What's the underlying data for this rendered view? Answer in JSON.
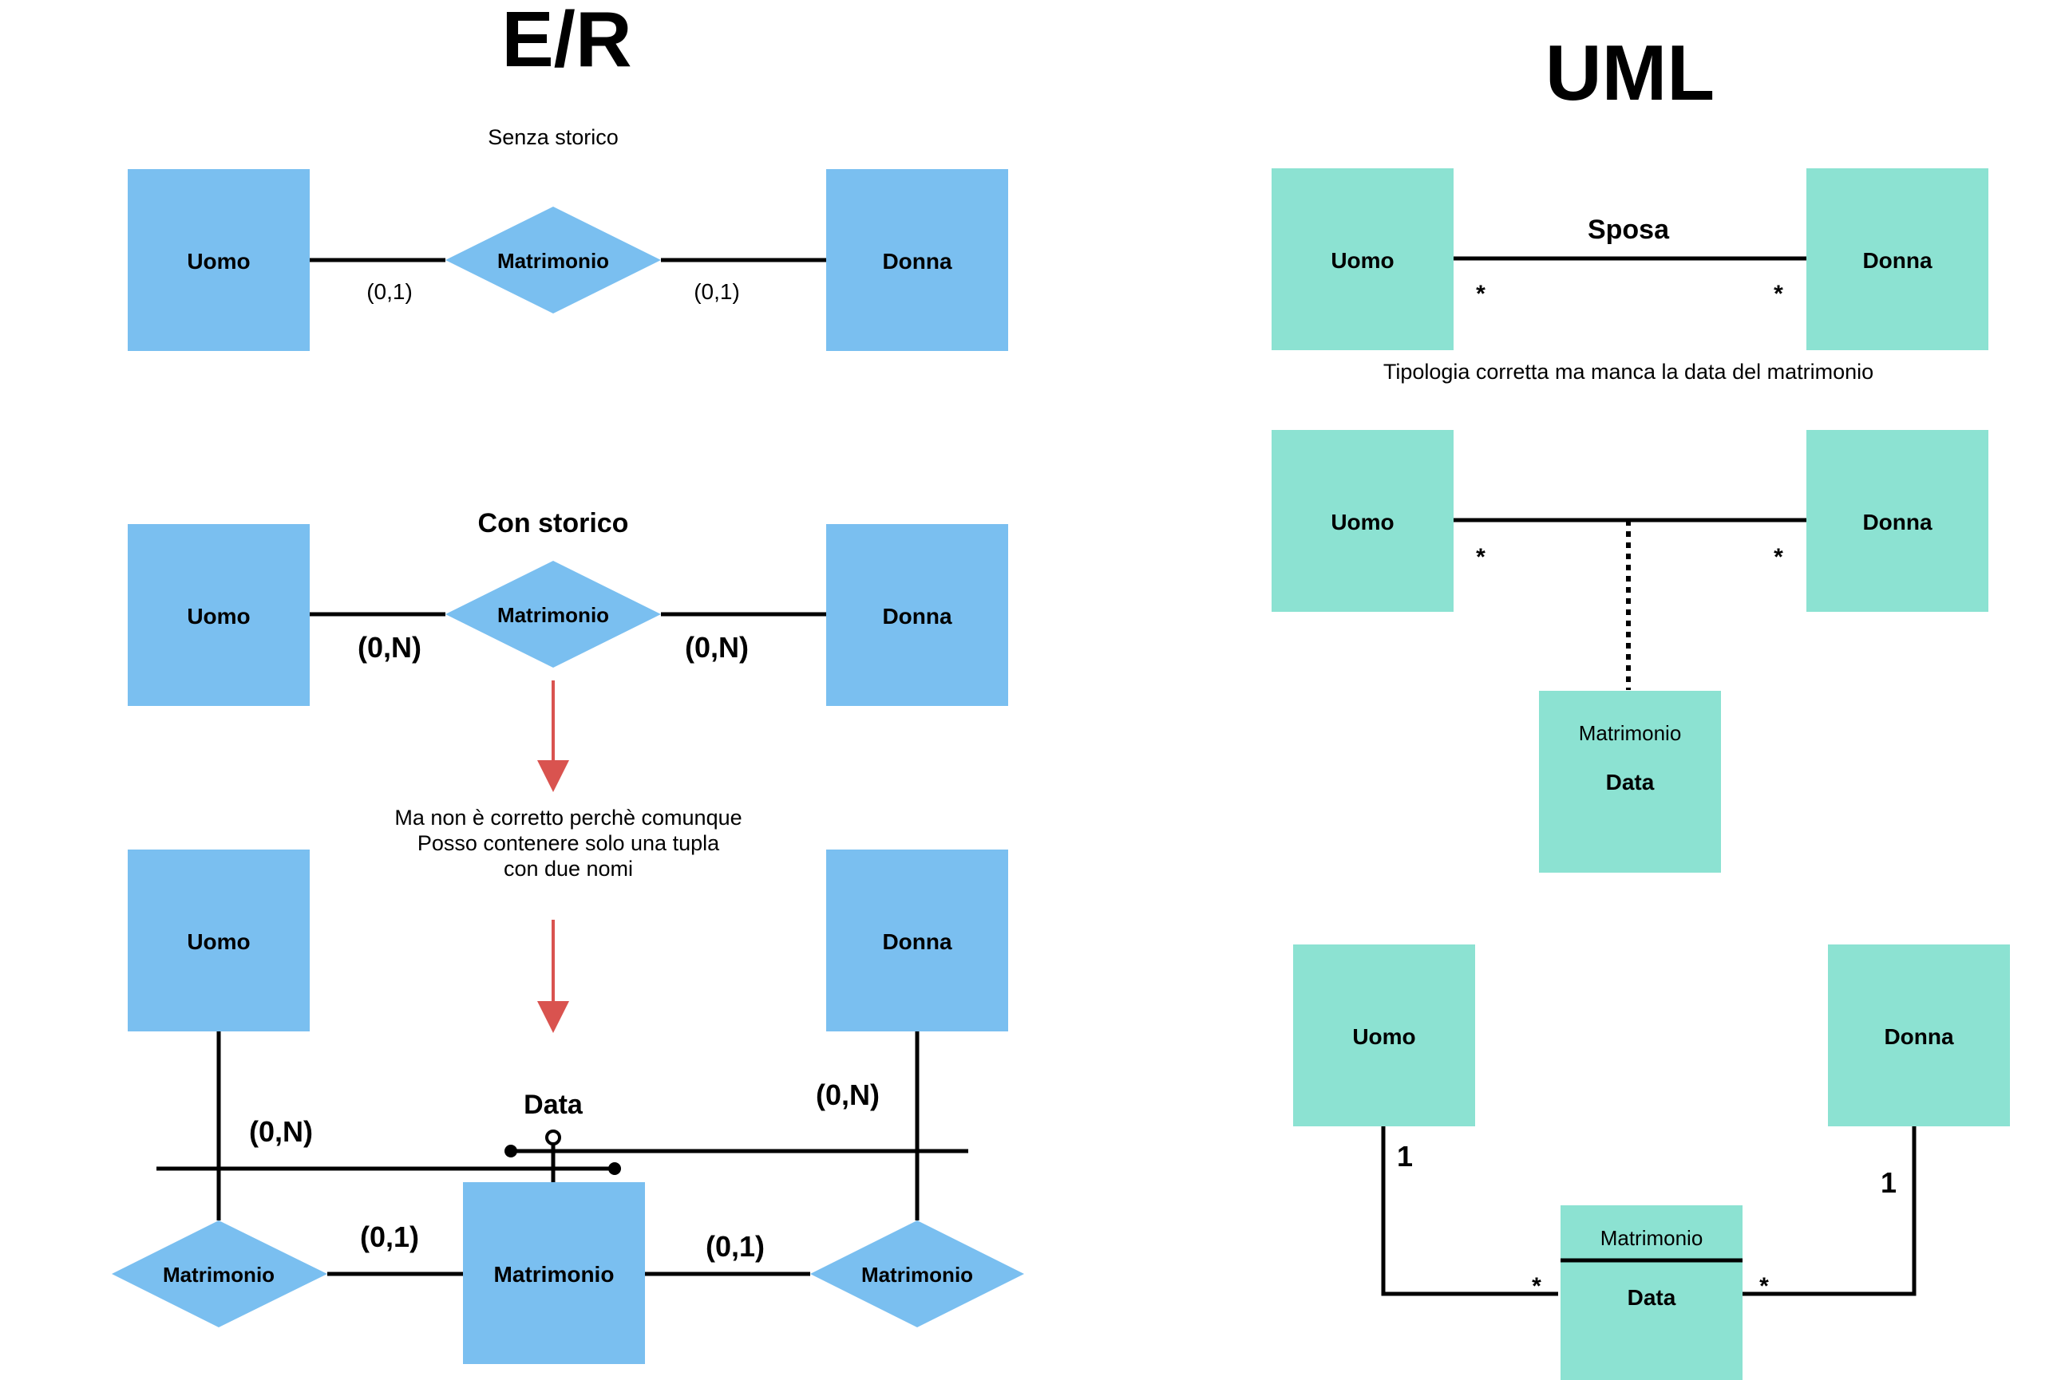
{
  "er": {
    "title": "E/R",
    "section1": {
      "subtitle": "Senza storico",
      "left_entity": "Uomo",
      "relation": "Matrimonio",
      "right_entity": "Donna",
      "left_card": "(0,1)",
      "right_card": "(0,1)"
    },
    "section2": {
      "subtitle": "Con storico",
      "left_entity": "Uomo",
      "relation": "Matrimonio",
      "right_entity": "Donna",
      "left_card": "(0,N)",
      "right_card": "(0,N)"
    },
    "note": {
      "line1": "Ma non è corretto perchè comunque",
      "line2": "Posso contenere solo una tupla",
      "line3": "con due nomi"
    },
    "section3": {
      "left_entity": "Uomo",
      "right_entity": "Donna",
      "center_entity": "Matrimonio",
      "left_relation": "Matrimonio",
      "right_relation": "Matrimonio",
      "attribute": "Data",
      "card_left_top": "(0,N)",
      "card_right_top": "(0,N)",
      "card_left_bottom": "(0,1)",
      "card_right_bottom": "(0,1)"
    },
    "colors": {
      "entity": "#7abff0",
      "arrow": "#d9534f"
    }
  },
  "uml": {
    "title": "UML",
    "section1": {
      "left_class": "Uomo",
      "right_class": "Donna",
      "association": "Sposa",
      "left_mult": "*",
      "right_mult": "*",
      "caption": "Tipologia corretta ma manca la data del matrimonio"
    },
    "section2": {
      "left_class": "Uomo",
      "right_class": "Donna",
      "left_mult": "*",
      "right_mult": "*",
      "assoc_class_name": "Matrimonio",
      "assoc_class_attr": "Data"
    },
    "section3": {
      "left_class": "Uomo",
      "right_class": "Donna",
      "center_class_name": "Matrimonio",
      "center_class_attr": "Data",
      "left_top_mult": "1",
      "right_top_mult": "1",
      "left_bottom_mult": "*",
      "right_bottom_mult": "*"
    },
    "colors": {
      "class": "#8ce2d2"
    }
  }
}
